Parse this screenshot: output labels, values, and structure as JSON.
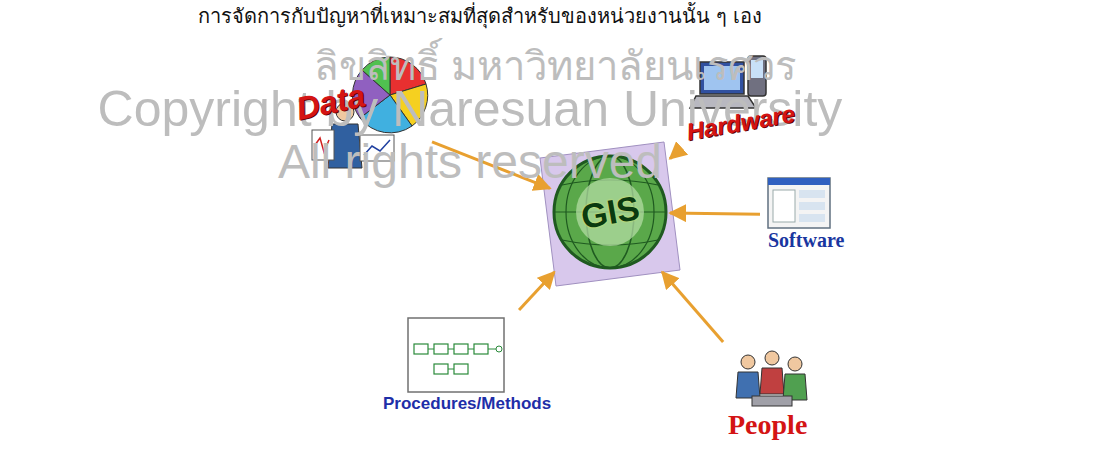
{
  "diagram": {
    "nodes": [
      {
        "text": [
          "Data"
        ]
      },
      {
        "text": [
          "Hardware"
        ]
      },
      {
        "text": [
          "GIS"
        ]
      },
      {
        "text": [
          "Software"
        ]
      },
      {
        "text": [
          "Procedures/Methods"
        ]
      },
      {
        "text": [
          "People"
        ]
      }
    ],
    "edges": [
      {
        "from": 0,
        "to": 2,
        "arrow": "to"
      },
      {
        "from": 1,
        "to": 2,
        "arrow": "to"
      },
      {
        "from": 3,
        "to": 2,
        "arrow": "to"
      },
      {
        "from": 4,
        "to": 2,
        "arrow": "to"
      },
      {
        "from": 5,
        "to": 2,
        "arrow": "to"
      }
    ],
    "labels": [
      "การจัดการกับปัญหาที่เหมาะสมที่สุดสำหรับของหน่วยงานนั้น ๆ เอง",
      "ลิขสิทธิ์ มหาวิทยาลัยนเรศวร",
      "Copyright by Naresuan University",
      "All rights reserved"
    ]
  }
}
